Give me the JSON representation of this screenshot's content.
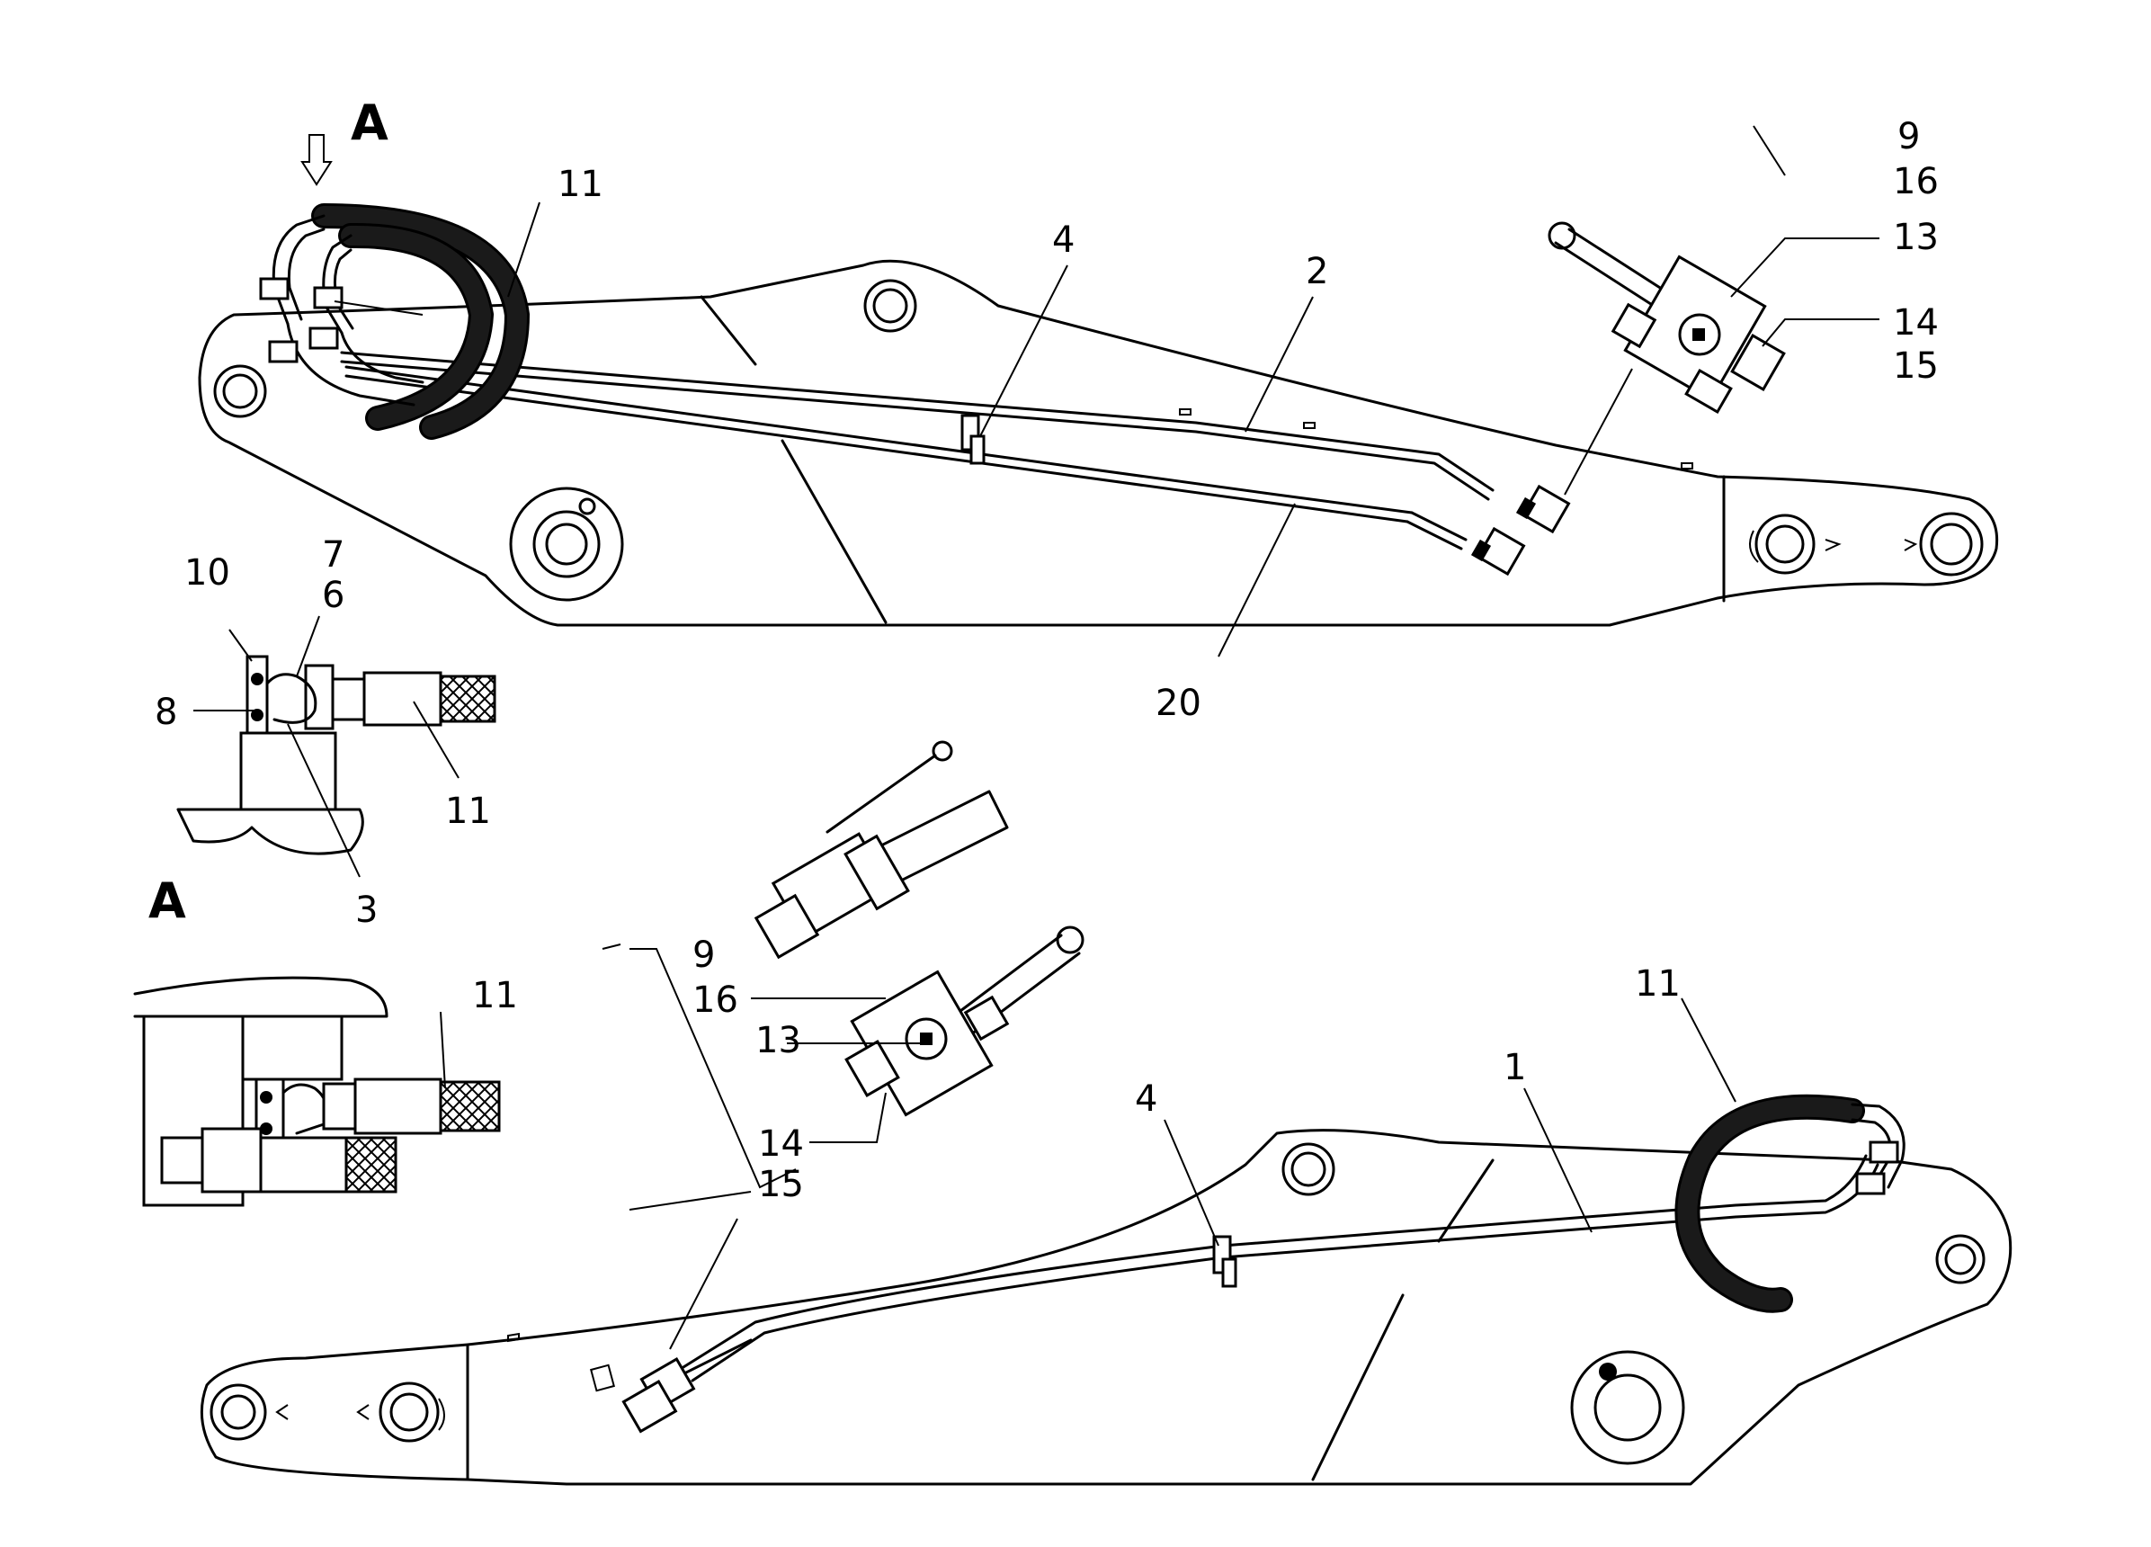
{
  "diagram": {
    "view_labels": {
      "top": "A",
      "detail": "A"
    },
    "callouts": {
      "upper_11": "11",
      "upper_4": "4",
      "upper_2": "2",
      "upper_20": "20",
      "upper_9": "9",
      "upper_16": "16",
      "upper_13": "13",
      "upper_14": "14",
      "upper_15": "15",
      "det_10": "10",
      "det_7": "7",
      "det_6": "6",
      "det_8": "8",
      "det_11": "11",
      "det_3": "3",
      "detA_11": "11",
      "lower_9": "9",
      "lower_16": "16",
      "lower_13": "13",
      "lower_14": "14",
      "lower_15": "15",
      "lower_4": "4",
      "lower_1": "1",
      "lower_11": "11"
    },
    "icons": {
      "view_arrow": "down-arrow-icon"
    }
  }
}
